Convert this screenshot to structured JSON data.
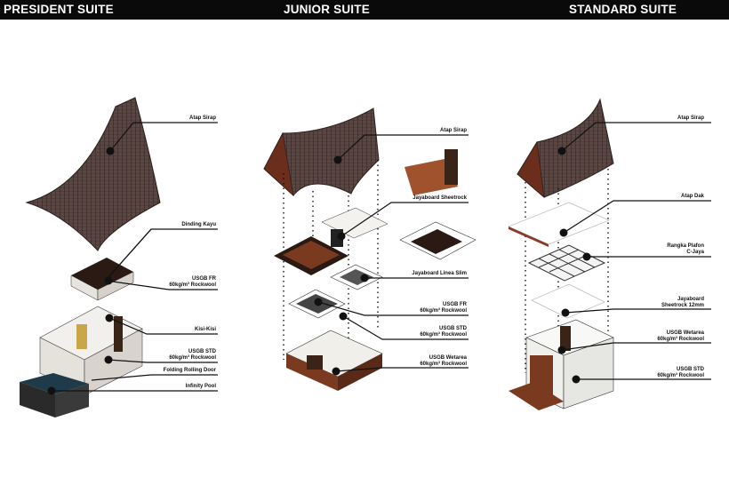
{
  "headers": {
    "president": "PRESIDENT SUITE",
    "junior": "JUNIOR SUITE",
    "standard": "STANDARD SUITE"
  },
  "president_labels": {
    "atap_sirap": "Atap Sirap",
    "dinding_kayu": "Dinding Kayu",
    "usgb_fr": [
      "USGB FR",
      "60kg/m³ Rockwool"
    ],
    "kisi_kisi": "Kisi-Kisi",
    "usgb_std": [
      "USGB STD",
      "60kg/m³ Rockwool"
    ],
    "folding_rolling_door": "Folding Rolling Door",
    "infinity_pool": "Infinity Pool"
  },
  "junior_labels": {
    "atap_sirap": "Atap Sirap",
    "jayaboard_sheetrock": "Jayaboard Sheetrock",
    "jayaboard_linea_slim": "Jayaboard Linea Slim",
    "usgb_fr": [
      "USGB FR",
      "60kg/m³ Rockwool"
    ],
    "usgb_std": [
      "USGB STD",
      "60kg/m³ Rockwool"
    ],
    "usgb_wetarea": [
      "USGB Wetarea",
      "60kg/m³ Rockwool"
    ]
  },
  "standard_labels": {
    "atap_sirap": "Atap Sirap",
    "atap_dak": "Atap Dak",
    "rangka_plafon": [
      "Rangka Plafon",
      "C-Jaya"
    ],
    "jayaboard_sheetrock": [
      "Jayaboard",
      "Sheetrock 12mm"
    ],
    "usgb_wetarea": [
      "USGB Wetarea",
      "60kg/m³ Rockwool"
    ],
    "usgb_std": [
      "USGB STD",
      "60kg/m³ Rockwool"
    ]
  },
  "colors": {
    "header_bg": "#0a0a0a",
    "roof_shingle": "#5a4743",
    "roof_dark": "#3a2c29",
    "timber": "#6b2e1c",
    "deck_brown": "#7a3a20",
    "pool_blue": "#1f3a4a",
    "leader": "#111111"
  }
}
